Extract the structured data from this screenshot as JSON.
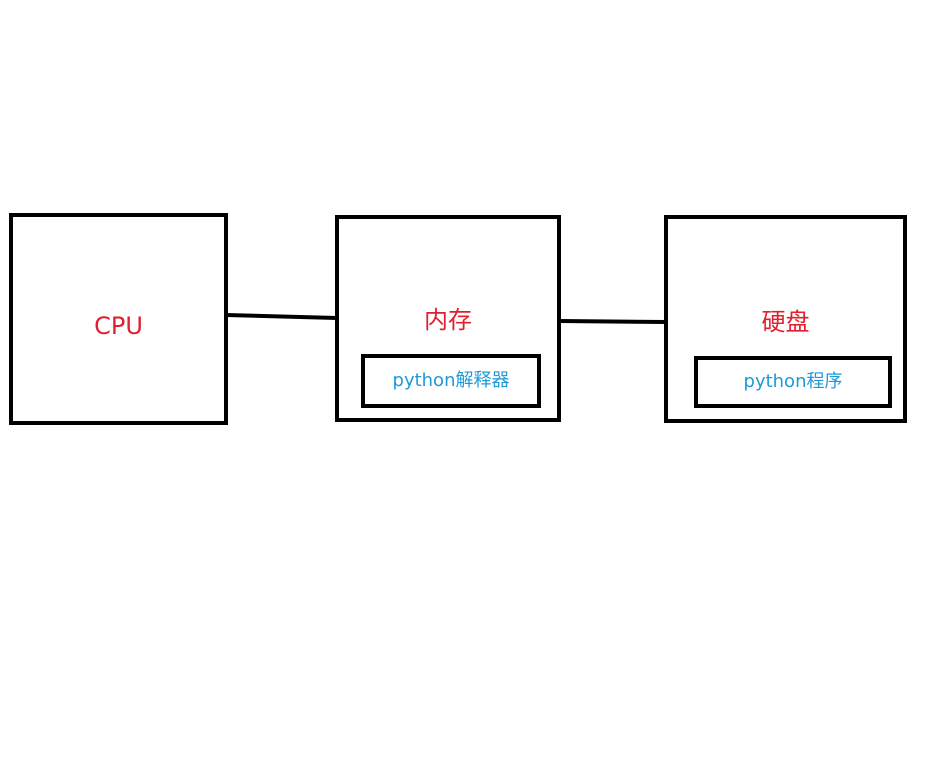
{
  "colors": {
    "title": "#e0202e",
    "subtitle": "#1e9ad6",
    "border": "#000000"
  },
  "nodes": {
    "cpu": {
      "label": "CPU"
    },
    "memory": {
      "label": "内存",
      "inner_label": "python解释器"
    },
    "disk": {
      "label": "硬盘",
      "inner_label": "python程序"
    }
  }
}
